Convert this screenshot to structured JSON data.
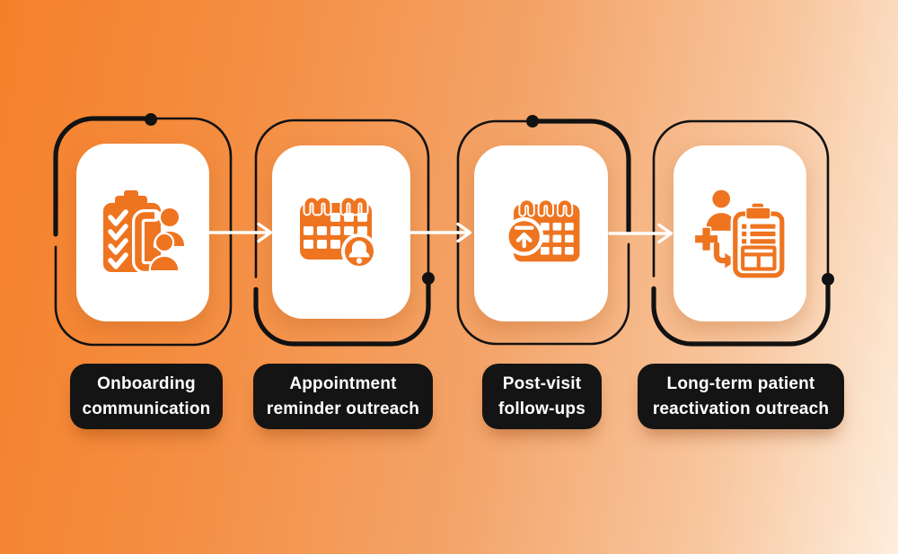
{
  "colors": {
    "bg_left": "#f5802a",
    "bg_mid": "#f3a469",
    "bg_right": "#fdeedd",
    "icon_orange": "#ee7420",
    "frame_black": "#121212",
    "pill_black": "#141414",
    "label_white": "#ffffff",
    "arrow_white": "#ffffff",
    "card_white": "#ffffff"
  },
  "steps": [
    {
      "label": "Onboarding\ncommunication",
      "icon": "clipboard-checklist-people-icon"
    },
    {
      "label": "Appointment\nreminder outreach",
      "icon": "calendar-bell-icon"
    },
    {
      "label": "Post-visit\nfollow-ups",
      "icon": "calendar-upload-icon"
    },
    {
      "label": "Long-term patient\nreactivation outreach",
      "icon": "patient-reactivation-clipboard-icon"
    }
  ]
}
